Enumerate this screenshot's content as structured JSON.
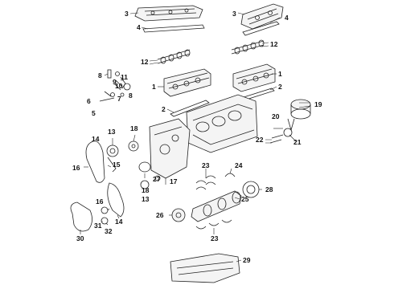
{
  "callouts": [
    {
      "id": "c3a",
      "text": "3"
    },
    {
      "id": "c4a",
      "text": "4"
    },
    {
      "id": "c3b",
      "text": "3"
    },
    {
      "id": "c4b",
      "text": "4"
    },
    {
      "id": "c12a",
      "text": "12"
    },
    {
      "id": "c12b",
      "text": "12"
    },
    {
      "id": "c1a",
      "text": "1"
    },
    {
      "id": "c1b",
      "text": "1"
    },
    {
      "id": "c2a",
      "text": "2"
    },
    {
      "id": "c2b",
      "text": "2"
    },
    {
      "id": "c8a",
      "text": "8"
    },
    {
      "id": "c8b",
      "text": "8"
    },
    {
      "id": "c9",
      "text": "9"
    },
    {
      "id": "c10",
      "text": "10"
    },
    {
      "id": "c11",
      "text": "11"
    },
    {
      "id": "c6",
      "text": "6"
    },
    {
      "id": "c7",
      "text": "7"
    },
    {
      "id": "c5",
      "text": "5"
    },
    {
      "id": "c19",
      "text": "19"
    },
    {
      "id": "c20",
      "text": "20"
    },
    {
      "id": "c22",
      "text": "22"
    },
    {
      "id": "c21",
      "text": "21"
    },
    {
      "id": "c13a",
      "text": "13"
    },
    {
      "id": "c18a",
      "text": "18"
    },
    {
      "id": "c14a",
      "text": "14"
    },
    {
      "id": "c16a",
      "text": "16"
    },
    {
      "id": "c15",
      "text": "15"
    },
    {
      "id": "c17",
      "text": "17"
    },
    {
      "id": "c18b",
      "text": "18"
    },
    {
      "id": "c27",
      "text": "27"
    },
    {
      "id": "c13b",
      "text": "13"
    },
    {
      "id": "c23a",
      "text": "23"
    },
    {
      "id": "c24",
      "text": "24"
    },
    {
      "id": "c28",
      "text": "28"
    },
    {
      "id": "c25",
      "text": "25"
    },
    {
      "id": "c26",
      "text": "26"
    },
    {
      "id": "c23b",
      "text": "23"
    },
    {
      "id": "c16b",
      "text": "16"
    },
    {
      "id": "c14b",
      "text": "14"
    },
    {
      "id": "c31",
      "text": "31"
    },
    {
      "id": "c32",
      "text": "32"
    },
    {
      "id": "c30",
      "text": "30"
    },
    {
      "id": "c29",
      "text": "29"
    }
  ]
}
